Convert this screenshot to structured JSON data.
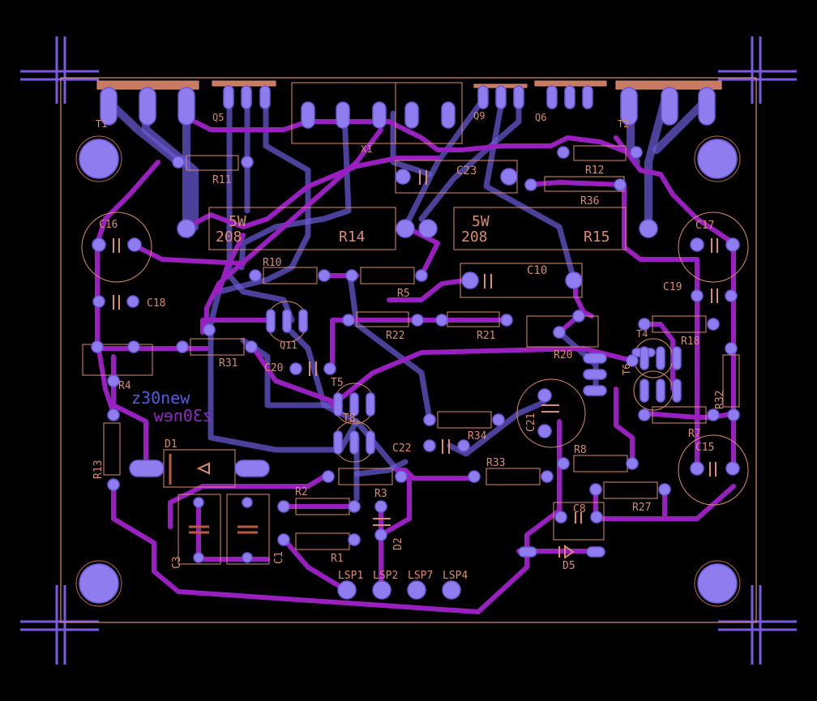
{
  "board_text": {
    "top": "z30new",
    "bottom_mirrored": "z30new"
  },
  "components": {
    "T1": "T1",
    "T2": "T2",
    "Q5": "Q5",
    "Q6": "Q6",
    "Q9": "Q9",
    "X1": "X1",
    "R11": "R11",
    "R12": "R12",
    "R36": "R36",
    "C23": "C23",
    "R14_power": "5W",
    "R14_value": "208",
    "R14": "R14",
    "R15_power": "5W",
    "R15_value": "208",
    "R15": "R15",
    "C16": "C16",
    "C17": "C17",
    "C18": "C18",
    "C19": "C19",
    "R10": "R10",
    "R5": "R5",
    "C10": "C10",
    "Q11": "Q11",
    "R22": "R22",
    "R21": "R21",
    "R20": "R20",
    "R31": "R31",
    "R4": "R4",
    "C20": "C20",
    "T5": "T5",
    "T8": "T8",
    "T4": "T4",
    "T6": "T6",
    "R18": "R18",
    "R32": "R32",
    "R7": "R7",
    "C21": "C21",
    "C15": "C15",
    "C22": "C22",
    "R34": "R34",
    "R33": "R33",
    "R8": "R8",
    "R27": "R27",
    "C8": "C8",
    "D5": "D5",
    "D1": "D1",
    "R13": "R13",
    "R2": "R2",
    "R3": "R3",
    "R1": "R1",
    "C3": "C3",
    "C1": "C1",
    "D2": "D2",
    "LSP1": "LSP1",
    "LSP2": "LSP2",
    "LSP7": "LSP7",
    "LSP4": "LSP4"
  },
  "colors": {
    "background": "#000000",
    "top_copper": "#9a1fc0",
    "bottom_copper": "#6a5ad6",
    "silkscreen": "#d98c6e",
    "pad": "#8f7df0",
    "board_outline": "#d98c6e",
    "crop_marks": "#7a5ae0"
  }
}
